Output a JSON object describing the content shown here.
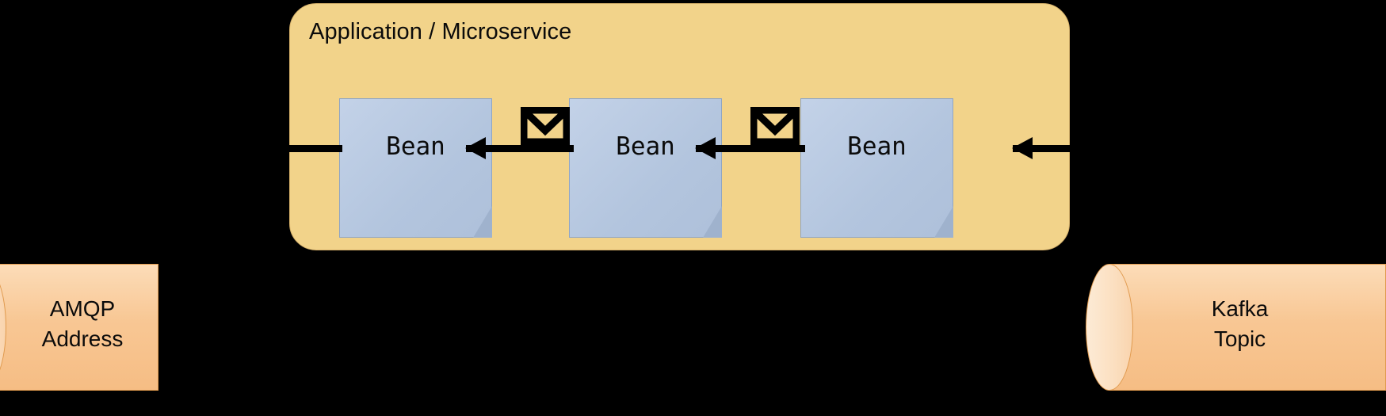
{
  "diagram": {
    "title": "Application / Microservice",
    "panel": {
      "label": "Application / Microservice",
      "fill_color": "#f2d38a",
      "border_color": "#d6b16a"
    },
    "beans": [
      {
        "label": "Bean",
        "fill_color": "#b6c7df"
      },
      {
        "label": "Bean",
        "fill_color": "#b6c7df"
      },
      {
        "label": "Bean",
        "fill_color": "#b6c7df"
      }
    ],
    "messages": [
      {
        "icon": "envelope-icon",
        "color": "#000000"
      },
      {
        "icon": "envelope-icon",
        "color": "#000000"
      }
    ],
    "arrows": [
      {
        "name": "arrow-panel-to-amqp",
        "direction": "left",
        "head": false
      },
      {
        "name": "arrow-bean2-to-bean1",
        "direction": "left",
        "head": true
      },
      {
        "name": "arrow-bean3-to-bean2",
        "direction": "left",
        "head": true
      },
      {
        "name": "arrow-kafka-to-bean3",
        "direction": "left",
        "head": true
      }
    ],
    "endpoints": [
      {
        "name": "amqp-address",
        "lines": [
          "AMQP",
          "Address"
        ],
        "shape": "cylinder",
        "fill_color": "#f8c794"
      },
      {
        "name": "kafka-topic",
        "lines": [
          "Kafka",
          "Topic"
        ],
        "shape": "cylinder",
        "fill_color": "#f8c794"
      }
    ],
    "background_color": "#000000"
  }
}
